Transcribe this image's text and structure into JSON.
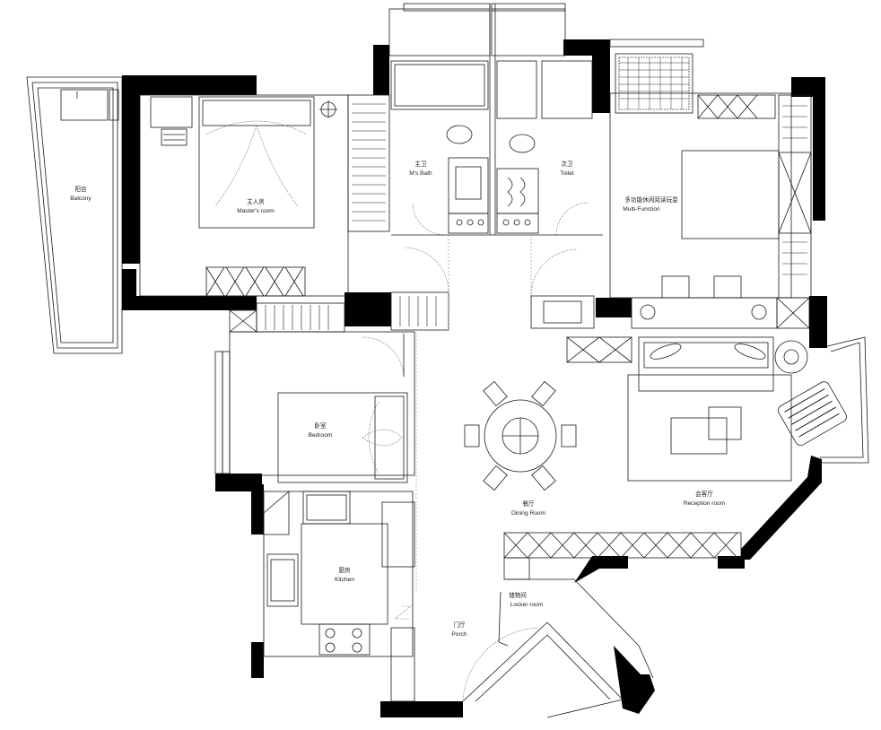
{
  "rooms": [
    {
      "key": "balcony",
      "cn": "阳台",
      "en": "Balcony"
    },
    {
      "key": "master",
      "cn": "主人房",
      "en": "Master's room"
    },
    {
      "key": "mbath",
      "cn": "主卫",
      "en": "M's Bath"
    },
    {
      "key": "toilet",
      "cn": "次卫",
      "en": "Toilet"
    },
    {
      "key": "multi",
      "cn": "多功能休闲阅读玩耍",
      "en": "Multi-Function"
    },
    {
      "key": "bedroom",
      "cn": "卧室",
      "en": "Bedroom"
    },
    {
      "key": "dining",
      "cn": "餐厅",
      "en": "Dining Room"
    },
    {
      "key": "reception",
      "cn": "会客厅",
      "en": "Reception room"
    },
    {
      "key": "kitchen",
      "cn": "厨房",
      "en": "Kitchen"
    },
    {
      "key": "locker",
      "cn": "储物间",
      "en": "Locker room"
    },
    {
      "key": "porch",
      "cn": "门厅",
      "en": "Porch"
    }
  ]
}
